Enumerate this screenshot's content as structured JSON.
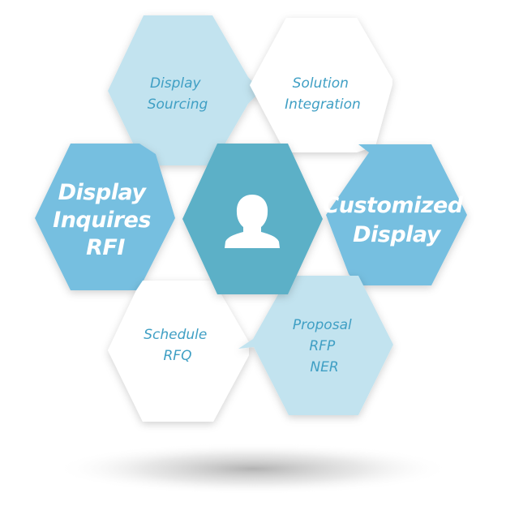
{
  "colors": {
    "pale": "#c2e3ef",
    "mid": "#76bfe0",
    "center": "#5bb0c7",
    "white": "#ffffff",
    "label_dark": "#3f9fc4",
    "label_white": "#ffffff"
  },
  "center": {
    "icon": "user-icon"
  },
  "nodes": {
    "display_sourcing": {
      "lines": [
        "Display",
        "Sourcing"
      ]
    },
    "solution_integration": {
      "lines": [
        "Solution",
        "Integration"
      ]
    },
    "display_inquires": {
      "lines": [
        "Display",
        "Inquires",
        "RFI"
      ]
    },
    "customized_display": {
      "lines": [
        "Customized",
        "Display"
      ]
    },
    "schedule_rfq": {
      "lines": [
        "Schedule",
        "RFQ"
      ]
    },
    "proposal": {
      "lines": [
        "Proposal",
        "RFP",
        "NER"
      ]
    }
  }
}
